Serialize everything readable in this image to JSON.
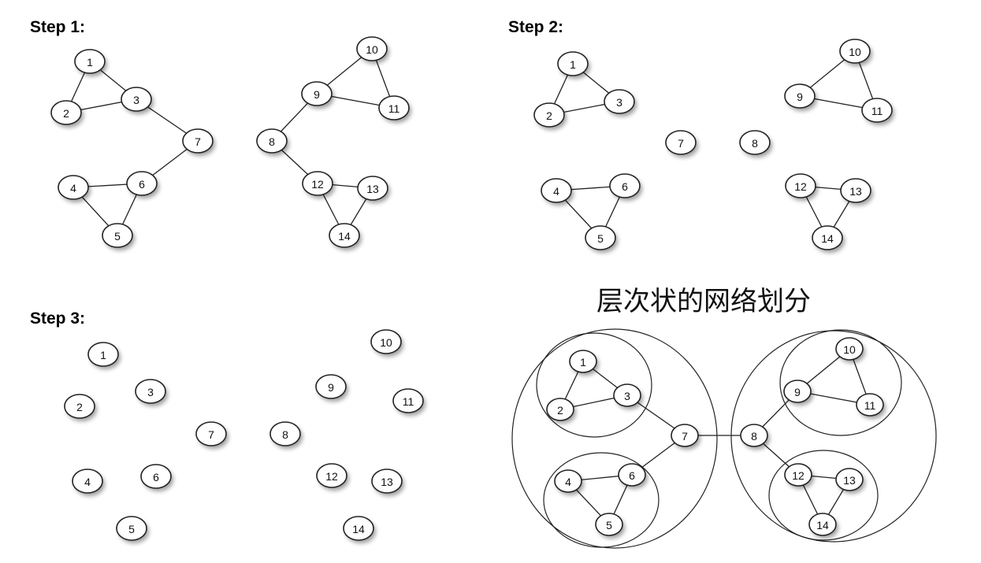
{
  "labels": {
    "step1": "Step 1:",
    "step2": "Step 2:",
    "step3": "Step 3:",
    "title": "层次状的网络划分"
  },
  "panels": [
    {
      "id": "step1",
      "nodes": [
        {
          "id": "1",
          "label": "1"
        },
        {
          "id": "2",
          "label": "2"
        },
        {
          "id": "3",
          "label": "3"
        },
        {
          "id": "4",
          "label": "4"
        },
        {
          "id": "5",
          "label": "5"
        },
        {
          "id": "6",
          "label": "6"
        },
        {
          "id": "7",
          "label": "7"
        },
        {
          "id": "8",
          "label": "8"
        },
        {
          "id": "9",
          "label": "9"
        },
        {
          "id": "10",
          "label": "10"
        },
        {
          "id": "11",
          "label": "11"
        },
        {
          "id": "12",
          "label": "12"
        },
        {
          "id": "13",
          "label": "13"
        },
        {
          "id": "14",
          "label": "14"
        }
      ],
      "edges": [
        [
          "1",
          "2"
        ],
        [
          "1",
          "3"
        ],
        [
          "2",
          "3"
        ],
        [
          "3",
          "7"
        ],
        [
          "7",
          "6"
        ],
        [
          "4",
          "6"
        ],
        [
          "4",
          "5"
        ],
        [
          "5",
          "6"
        ],
        [
          "9",
          "10"
        ],
        [
          "10",
          "11"
        ],
        [
          "9",
          "11"
        ],
        [
          "9",
          "8"
        ],
        [
          "8",
          "12"
        ],
        [
          "12",
          "13"
        ],
        [
          "12",
          "14"
        ],
        [
          "13",
          "14"
        ]
      ]
    },
    {
      "id": "step2",
      "nodes": [
        {
          "id": "1",
          "label": "1"
        },
        {
          "id": "2",
          "label": "2"
        },
        {
          "id": "3",
          "label": "3"
        },
        {
          "id": "4",
          "label": "4"
        },
        {
          "id": "5",
          "label": "5"
        },
        {
          "id": "6",
          "label": "6"
        },
        {
          "id": "7",
          "label": "7"
        },
        {
          "id": "8",
          "label": "8"
        },
        {
          "id": "9",
          "label": "9"
        },
        {
          "id": "10",
          "label": "10"
        },
        {
          "id": "11",
          "label": "11"
        },
        {
          "id": "12",
          "label": "12"
        },
        {
          "id": "13",
          "label": "13"
        },
        {
          "id": "14",
          "label": "14"
        }
      ],
      "edges": [
        [
          "1",
          "2"
        ],
        [
          "1",
          "3"
        ],
        [
          "2",
          "3"
        ],
        [
          "4",
          "6"
        ],
        [
          "4",
          "5"
        ],
        [
          "5",
          "6"
        ],
        [
          "9",
          "10"
        ],
        [
          "10",
          "11"
        ],
        [
          "9",
          "11"
        ],
        [
          "12",
          "13"
        ],
        [
          "12",
          "14"
        ],
        [
          "13",
          "14"
        ]
      ]
    },
    {
      "id": "step3",
      "nodes": [
        {
          "id": "1",
          "label": "1"
        },
        {
          "id": "2",
          "label": "2"
        },
        {
          "id": "3",
          "label": "3"
        },
        {
          "id": "4",
          "label": "4"
        },
        {
          "id": "5",
          "label": "5"
        },
        {
          "id": "6",
          "label": "6"
        },
        {
          "id": "7",
          "label": "7"
        },
        {
          "id": "8",
          "label": "8"
        },
        {
          "id": "9",
          "label": "9"
        },
        {
          "id": "10",
          "label": "10"
        },
        {
          "id": "11",
          "label": "11"
        },
        {
          "id": "12",
          "label": "12"
        },
        {
          "id": "13",
          "label": "13"
        },
        {
          "id": "14",
          "label": "14"
        }
      ],
      "edges": []
    },
    {
      "id": "hierarchy",
      "nodes": [
        {
          "id": "1",
          "label": "1"
        },
        {
          "id": "2",
          "label": "2"
        },
        {
          "id": "3",
          "label": "3"
        },
        {
          "id": "4",
          "label": "4"
        },
        {
          "id": "5",
          "label": "5"
        },
        {
          "id": "6",
          "label": "6"
        },
        {
          "id": "7",
          "label": "7"
        },
        {
          "id": "8",
          "label": "8"
        },
        {
          "id": "9",
          "label": "9"
        },
        {
          "id": "10",
          "label": "10"
        },
        {
          "id": "11",
          "label": "11"
        },
        {
          "id": "12",
          "label": "12"
        },
        {
          "id": "13",
          "label": "13"
        },
        {
          "id": "14",
          "label": "14"
        }
      ],
      "edges": [
        [
          "1",
          "2"
        ],
        [
          "1",
          "3"
        ],
        [
          "2",
          "3"
        ],
        [
          "3",
          "7"
        ],
        [
          "7",
          "6"
        ],
        [
          "4",
          "6"
        ],
        [
          "4",
          "5"
        ],
        [
          "5",
          "6"
        ],
        [
          "7",
          "8"
        ],
        [
          "9",
          "10"
        ],
        [
          "10",
          "11"
        ],
        [
          "9",
          "11"
        ],
        [
          "9",
          "8"
        ],
        [
          "8",
          "12"
        ],
        [
          "12",
          "13"
        ],
        [
          "12",
          "14"
        ],
        [
          "13",
          "14"
        ]
      ],
      "groups": [
        [
          "1",
          "2",
          "3"
        ],
        [
          "4",
          "5",
          "6"
        ],
        [
          "1",
          "2",
          "3",
          "4",
          "5",
          "6",
          "7"
        ],
        [
          "9",
          "10",
          "11"
        ],
        [
          "12",
          "13",
          "14"
        ],
        [
          "8",
          "9",
          "10",
          "11",
          "12",
          "13",
          "14"
        ]
      ]
    }
  ]
}
